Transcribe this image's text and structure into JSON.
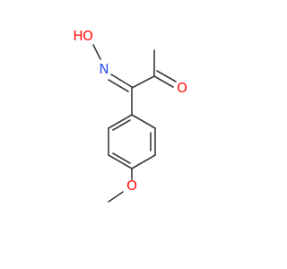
{
  "molecule": {
    "atoms": [
      {
        "id": "a_H",
        "label": "H",
        "color": "#ff0d0d"
      },
      {
        "id": "a_O1",
        "label": "O",
        "color": "#ff0d0d"
      },
      {
        "id": "a_N",
        "label": "N",
        "color": "#3050f8"
      },
      {
        "id": "a_O2",
        "label": "O",
        "color": "#ff0d0d"
      },
      {
        "id": "a_O3",
        "label": "O",
        "color": "#ff0d0d"
      }
    ]
  }
}
